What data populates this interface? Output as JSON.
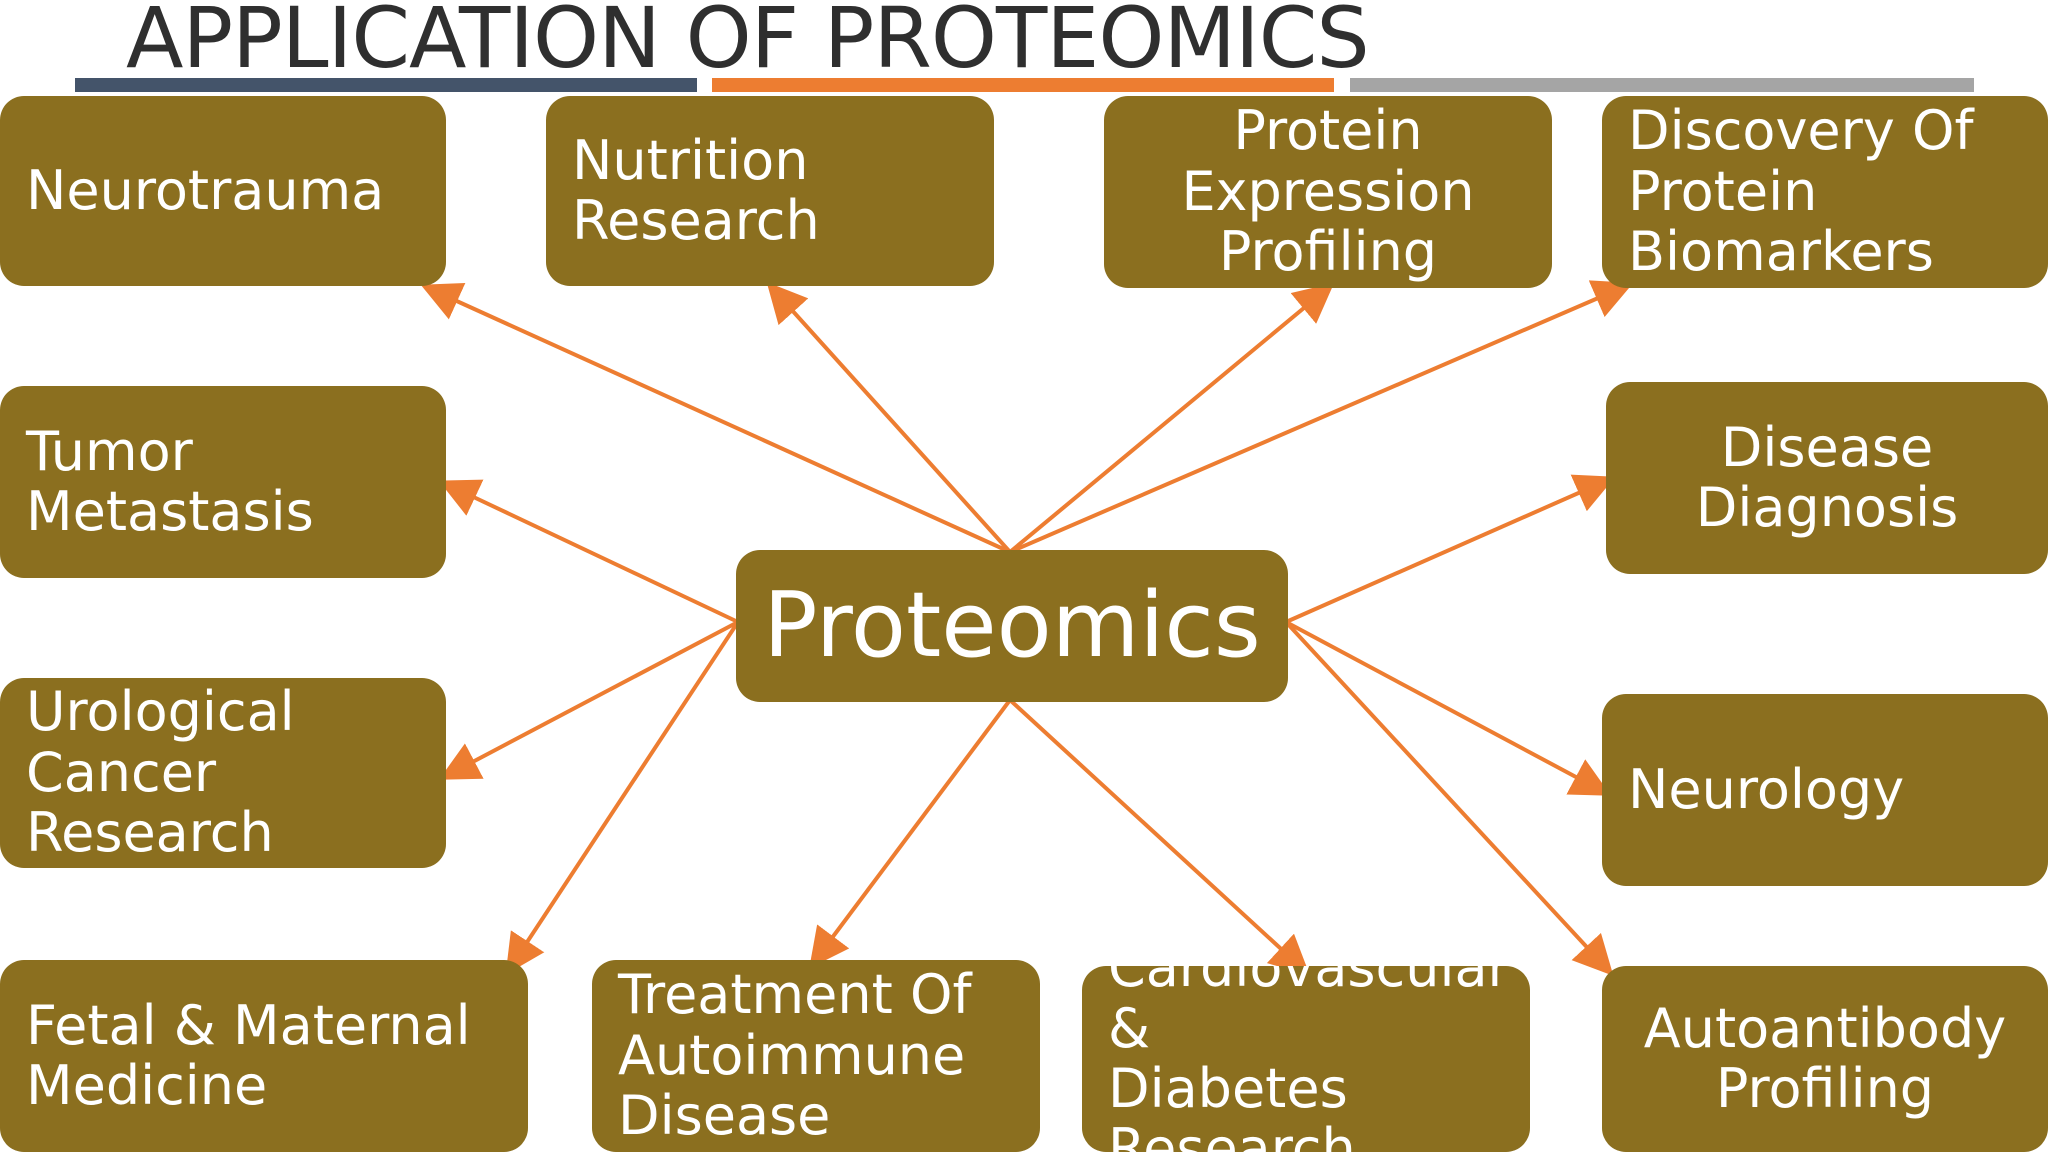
{
  "title": "APPLICATION OF PROTEOMICS",
  "colors": {
    "node_fill": "#8b6f1f",
    "connector": "#ed7d31",
    "bar_dark": "#44546a",
    "bar_orange": "#ed7d31",
    "bar_gray": "#a5a5a5"
  },
  "diagram": {
    "hub": "Proteomics",
    "nodes": {
      "neurotrauma": "Neurotrauma",
      "nutrition": "Nutrition\nResearch",
      "protein_expression": "Protein\nExpression\nProfiling",
      "biomarkers": "Discovery Of\nProtein\nBiomarkers",
      "tumor": "Tumor\nMetastasis",
      "disease_diagnosis": "Disease\nDiagnosis",
      "urological": "Urological\nCancer Research",
      "neurology": "Neurology",
      "fetal": "Fetal & Maternal\nMedicine",
      "autoimmune": "Treatment Of\nAutoimmune\nDisease",
      "cardio": "Cardiovascular &\nDiabetes\nResearch",
      "autoantibody": "Autoantibody\nProfiling"
    }
  }
}
